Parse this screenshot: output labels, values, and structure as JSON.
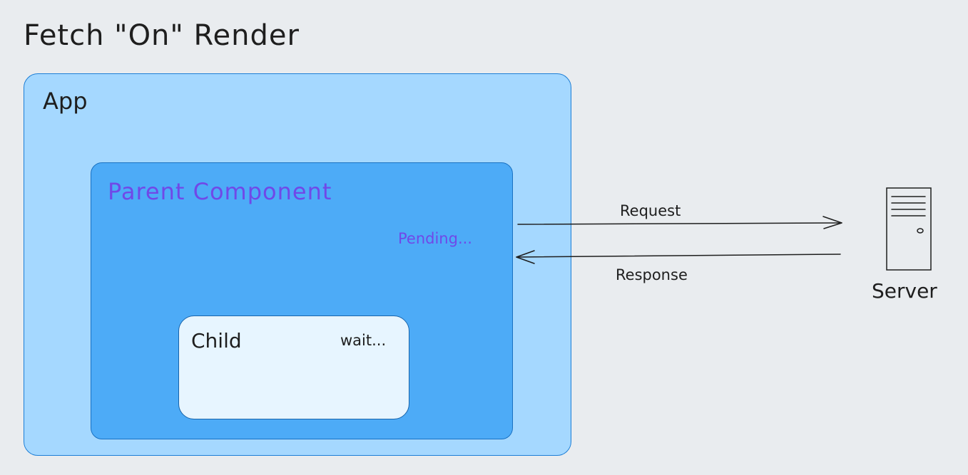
{
  "title": "Fetch \"On\" Render",
  "app": {
    "label": "App"
  },
  "parent": {
    "label": "Parent Component",
    "status": "Pending..."
  },
  "child": {
    "label": "Child",
    "status": "wait..."
  },
  "connections": {
    "request_label": "Request",
    "response_label": "Response"
  },
  "server": {
    "label": "Server",
    "icon": "server-icon"
  },
  "colors": {
    "background": "#e9ecef",
    "app_fill": "#a5d8ff",
    "app_stroke": "#1c7ed6",
    "parent_fill": "#4dabf7",
    "parent_stroke": "#1971c2",
    "parent_text": "#7048e8",
    "child_fill": "#e7f5ff",
    "child_stroke": "#1864ab",
    "ink": "#1e1e1e"
  }
}
